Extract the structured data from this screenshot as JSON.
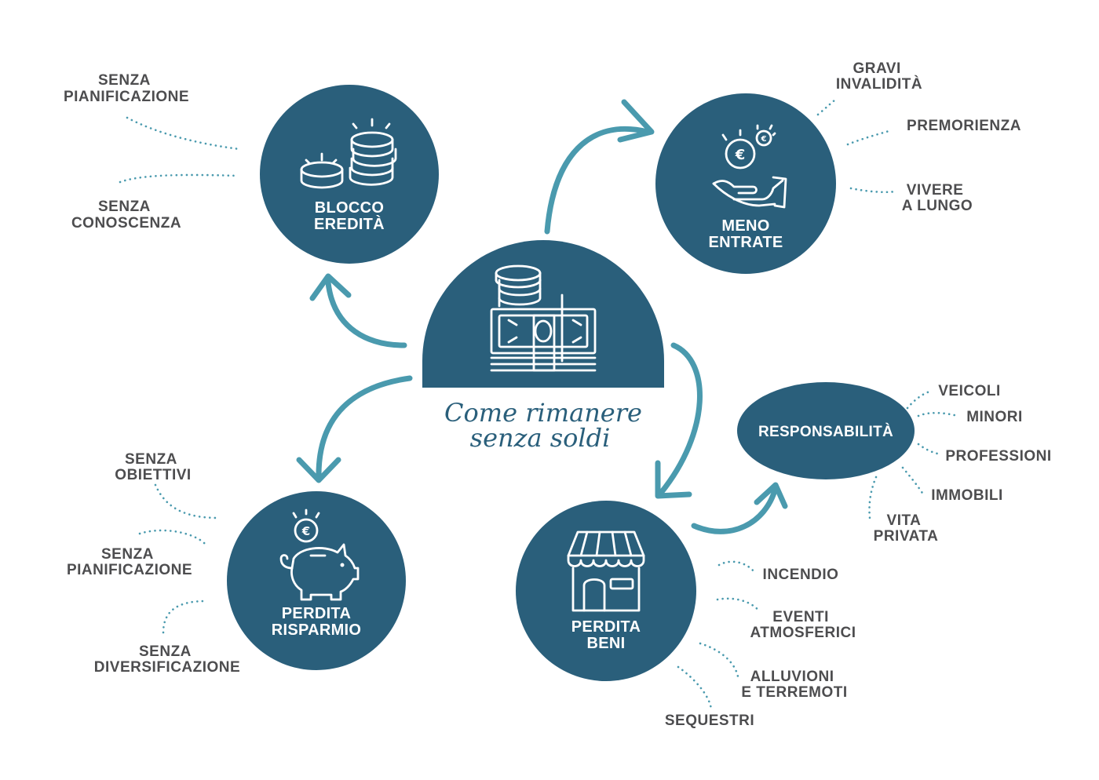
{
  "center": {
    "title_line1": "Come rimanere",
    "title_line2": "senza soldi",
    "icon": "money-stack-icon"
  },
  "nodes": {
    "blocco": {
      "line1": "BLOCCO",
      "line2": "EREDITÀ",
      "icon": "coins-icon"
    },
    "meno": {
      "line1": "MENO",
      "line2": "ENTRATE",
      "icon": "hand-euro-icon"
    },
    "perdita_risparmio": {
      "line1": "PERDITA",
      "line2": "RISPARMIO",
      "icon": "piggy-bank-icon"
    },
    "perdita_beni": {
      "line1": "PERDITA",
      "line2": "BENI",
      "icon": "shop-icon"
    },
    "responsabilita": {
      "line1": "RESPONSABILITÀ"
    }
  },
  "labels": {
    "blocco": [
      {
        "lines": [
          "SENZA",
          "PIANIFICAZIONE"
        ]
      },
      {
        "lines": [
          "SENZA",
          "CONOSCENZA"
        ]
      }
    ],
    "meno": [
      {
        "lines": [
          "GRAVI",
          "INVALIDITÀ"
        ]
      },
      {
        "lines": [
          "PREMORIENZA"
        ]
      },
      {
        "lines": [
          "VIVERE",
          "A LUNGO"
        ]
      }
    ],
    "risparmio": [
      {
        "lines": [
          "SENZA",
          "OBIETTIVI"
        ]
      },
      {
        "lines": [
          "SENZA",
          "PIANIFICAZIONE"
        ]
      },
      {
        "lines": [
          "SENZA",
          "DIVERSIFICAZIONE"
        ]
      }
    ],
    "beni": [
      {
        "lines": [
          "INCENDIO"
        ]
      },
      {
        "lines": [
          "EVENTI",
          "ATMOSFERICI"
        ]
      },
      {
        "lines": [
          "ALLUVIONI",
          "E TERREMOTI"
        ]
      },
      {
        "lines": [
          "SEQUESTRI"
        ]
      }
    ],
    "responsabilita": [
      {
        "lines": [
          "VEICOLI"
        ]
      },
      {
        "lines": [
          "MINORI"
        ]
      },
      {
        "lines": [
          "PROFESSIONI"
        ]
      },
      {
        "lines": [
          "IMMOBILI"
        ]
      },
      {
        "lines": [
          "VITA",
          "PRIVATA"
        ]
      }
    ]
  },
  "colors": {
    "node": "#2a5f7b",
    "arrow": "#4a9aae",
    "label": "#4d4d4f"
  }
}
